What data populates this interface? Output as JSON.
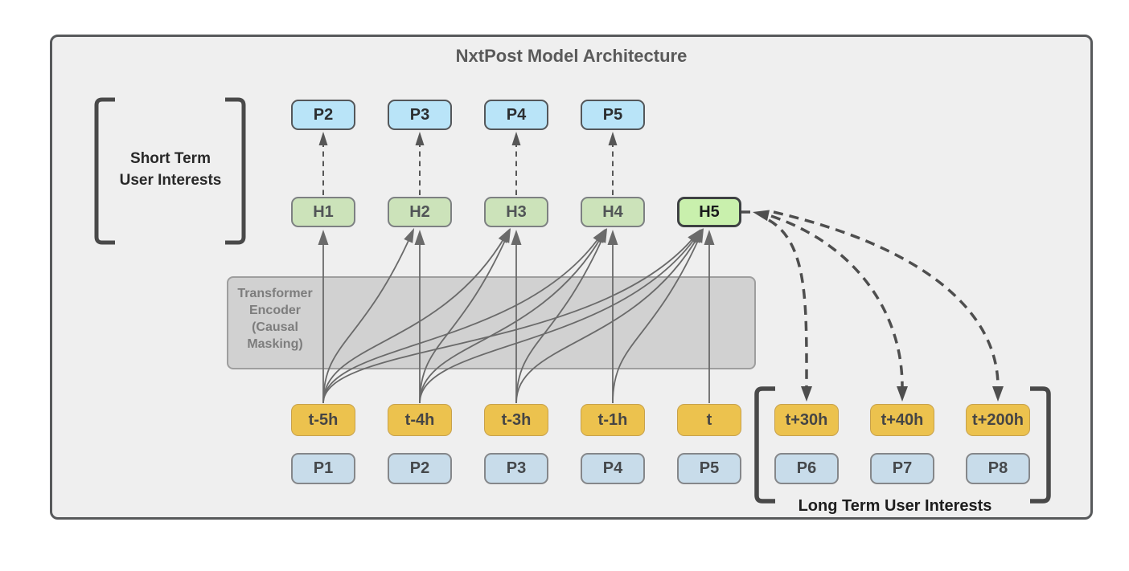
{
  "title": "NxtPost Model Architecture",
  "short_term_label": [
    "Short Term",
    "User Interests"
  ],
  "long_term_label": "Long Term User Interests",
  "encoder_label": [
    "Transformer",
    "Encoder",
    "(Causal",
    "Masking)"
  ],
  "nodes": {
    "predicted_posts": [
      "P2",
      "P3",
      "P4",
      "P5"
    ],
    "hidden_states": [
      "H1",
      "H2",
      "H3",
      "H4",
      "H5"
    ],
    "active_hidden_state": "H5",
    "inputs": [
      "t-5h",
      "t-4h",
      "t-3h",
      "t-1h",
      "t"
    ],
    "input_posts": [
      "P1",
      "P2",
      "P3",
      "P4",
      "P5"
    ],
    "future_inputs": [
      "t+30h",
      "t+40h",
      "t+200h"
    ],
    "future_posts": [
      "P6",
      "P7",
      "P8"
    ]
  },
  "edges": {
    "prediction": [
      {
        "from": "H1",
        "to": "P2"
      },
      {
        "from": "H2",
        "to": "P3"
      },
      {
        "from": "H3",
        "to": "P4"
      },
      {
        "from": "H4",
        "to": "P5"
      }
    ],
    "encoder_attention": [
      {
        "from": "t-5h",
        "to": "H1"
      },
      {
        "from": "t-5h",
        "to": "H2"
      },
      {
        "from": "t-5h",
        "to": "H3"
      },
      {
        "from": "t-5h",
        "to": "H4"
      },
      {
        "from": "t-5h",
        "to": "H5"
      },
      {
        "from": "t-4h",
        "to": "H2"
      },
      {
        "from": "t-4h",
        "to": "H3"
      },
      {
        "from": "t-4h",
        "to": "H4"
      },
      {
        "from": "t-4h",
        "to": "H5"
      },
      {
        "from": "t-3h",
        "to": "H3"
      },
      {
        "from": "t-3h",
        "to": "H4"
      },
      {
        "from": "t-3h",
        "to": "H5"
      },
      {
        "from": "t-1h",
        "to": "H4"
      },
      {
        "from": "t-1h",
        "to": "H5"
      },
      {
        "from": "t",
        "to": "H5"
      }
    ],
    "long_term": [
      {
        "from": "H5",
        "to": "t+30h"
      },
      {
        "from": "H5",
        "to": "t+40h"
      },
      {
        "from": "H5",
        "to": "t+200h"
      }
    ]
  },
  "colors": {
    "canvas_bg": "#efefef",
    "frame_border": "#57595b",
    "predicted_post_fill": "#b9e4f8",
    "hidden_fill": "#cce3ba",
    "active_hidden_fill": "#c9f0ad",
    "input_fill": "#ecc24e",
    "post_fill": "#c8dcea",
    "encoder_fill": "#d1d1d1",
    "line_gray": "#6a6a6a",
    "dashed_dark": "#4e4e4e",
    "bracket": "#494949",
    "title_text": "#5a5a5a"
  }
}
